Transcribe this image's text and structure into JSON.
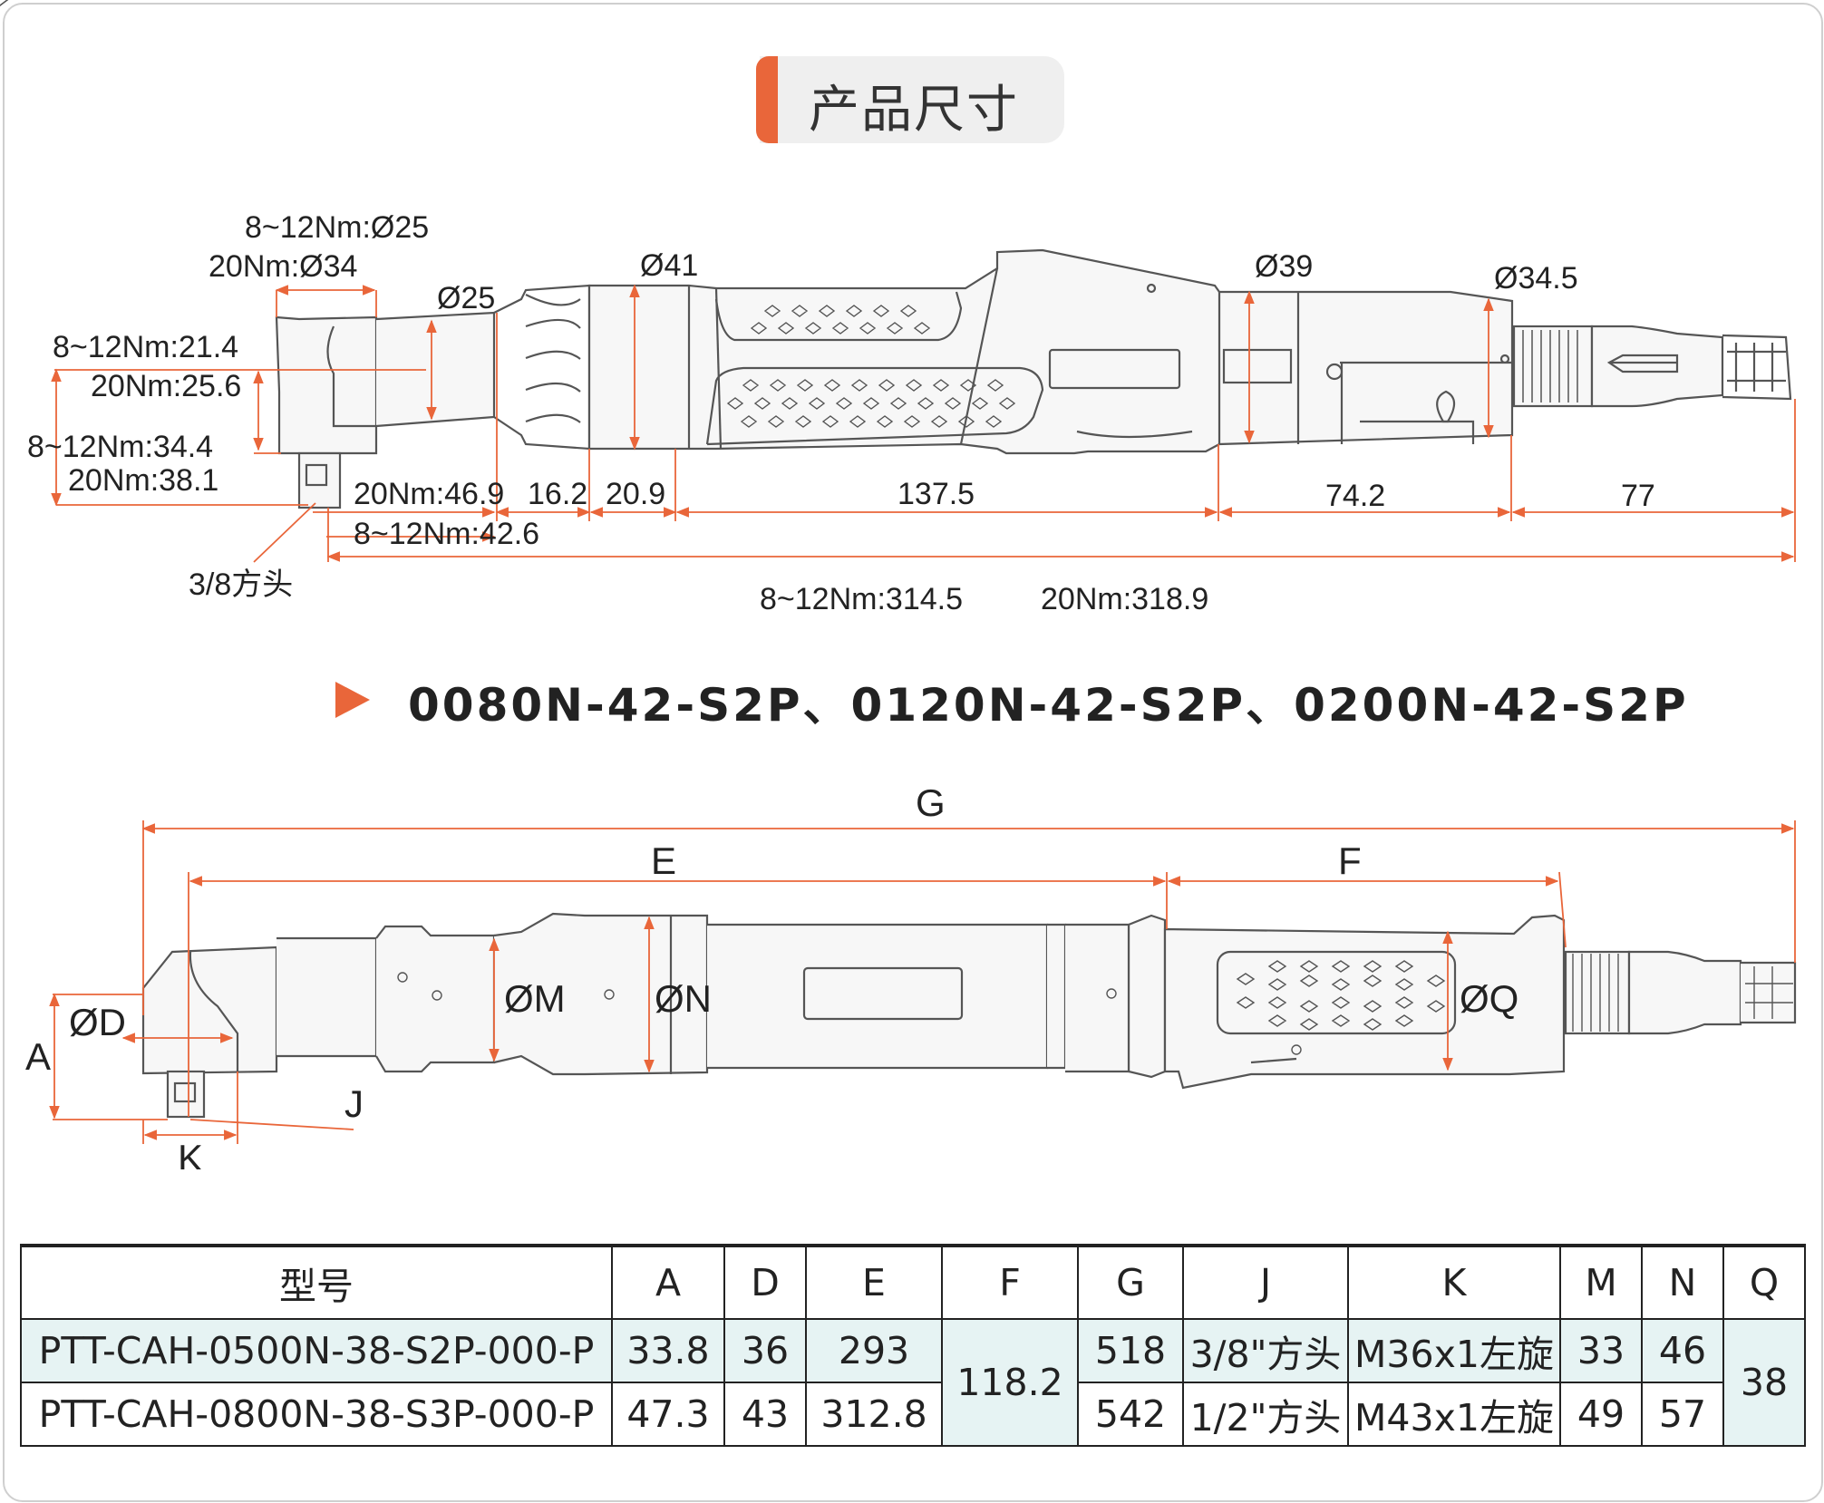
{
  "title": "产品尺寸",
  "diagram1": {
    "labels": {
      "d1": "8~12Nm:Ø25",
      "d2": "20Nm:Ø34",
      "d3": "Ø25",
      "d4": "Ø41",
      "d5": "Ø39",
      "d6": "Ø34.5",
      "h1": "8~12Nm:21.4",
      "h2": "20Nm:25.6",
      "h3": "8~12Nm:34.4",
      "h4": "20Nm:38.1",
      "l1": "20Nm:46.9",
      "l2": "16.2",
      "l3": "20.9",
      "l4": "137.5",
      "l5": "74.2",
      "l6": "77",
      "l7": "8~12Nm:42.6",
      "square": "3/8方头",
      "total1": "8~12Nm:314.5",
      "total2": "20Nm:318.9"
    }
  },
  "models_line": "0080N-42-S2P、0120N-42-S2P、0200N-42-S2P",
  "diagram2": {
    "labels": {
      "G": "G",
      "E": "E",
      "F": "F",
      "D": "ØD",
      "A": "A",
      "M": "ØM",
      "N": "ØN",
      "Q": "ØQ",
      "J": "J",
      "K": "K"
    }
  },
  "table": {
    "headers": [
      "型号",
      "A",
      "D",
      "E",
      "F",
      "G",
      "J",
      "K",
      "M",
      "N",
      "Q"
    ],
    "rows": [
      {
        "model": "PTT-CAH-0500N-38-S2P-000-P",
        "A": "33.8",
        "D": "36",
        "E": "293",
        "G": "518",
        "J": "3/8\"方头",
        "K": "M36x1左旋",
        "M": "33",
        "N": "46"
      },
      {
        "model": "PTT-CAH-0800N-38-S3P-000-P",
        "A": "47.3",
        "D": "43",
        "E": "312.8",
        "G": "542",
        "J": "1/2\"方头",
        "K": "M43x1左旋",
        "M": "49",
        "N": "57"
      }
    ],
    "shared_F": "118.2",
    "shared_Q": "38"
  },
  "colors": {
    "accent": "#e9663a",
    "highlight": "#e6f3f3",
    "line": "#555555"
  }
}
